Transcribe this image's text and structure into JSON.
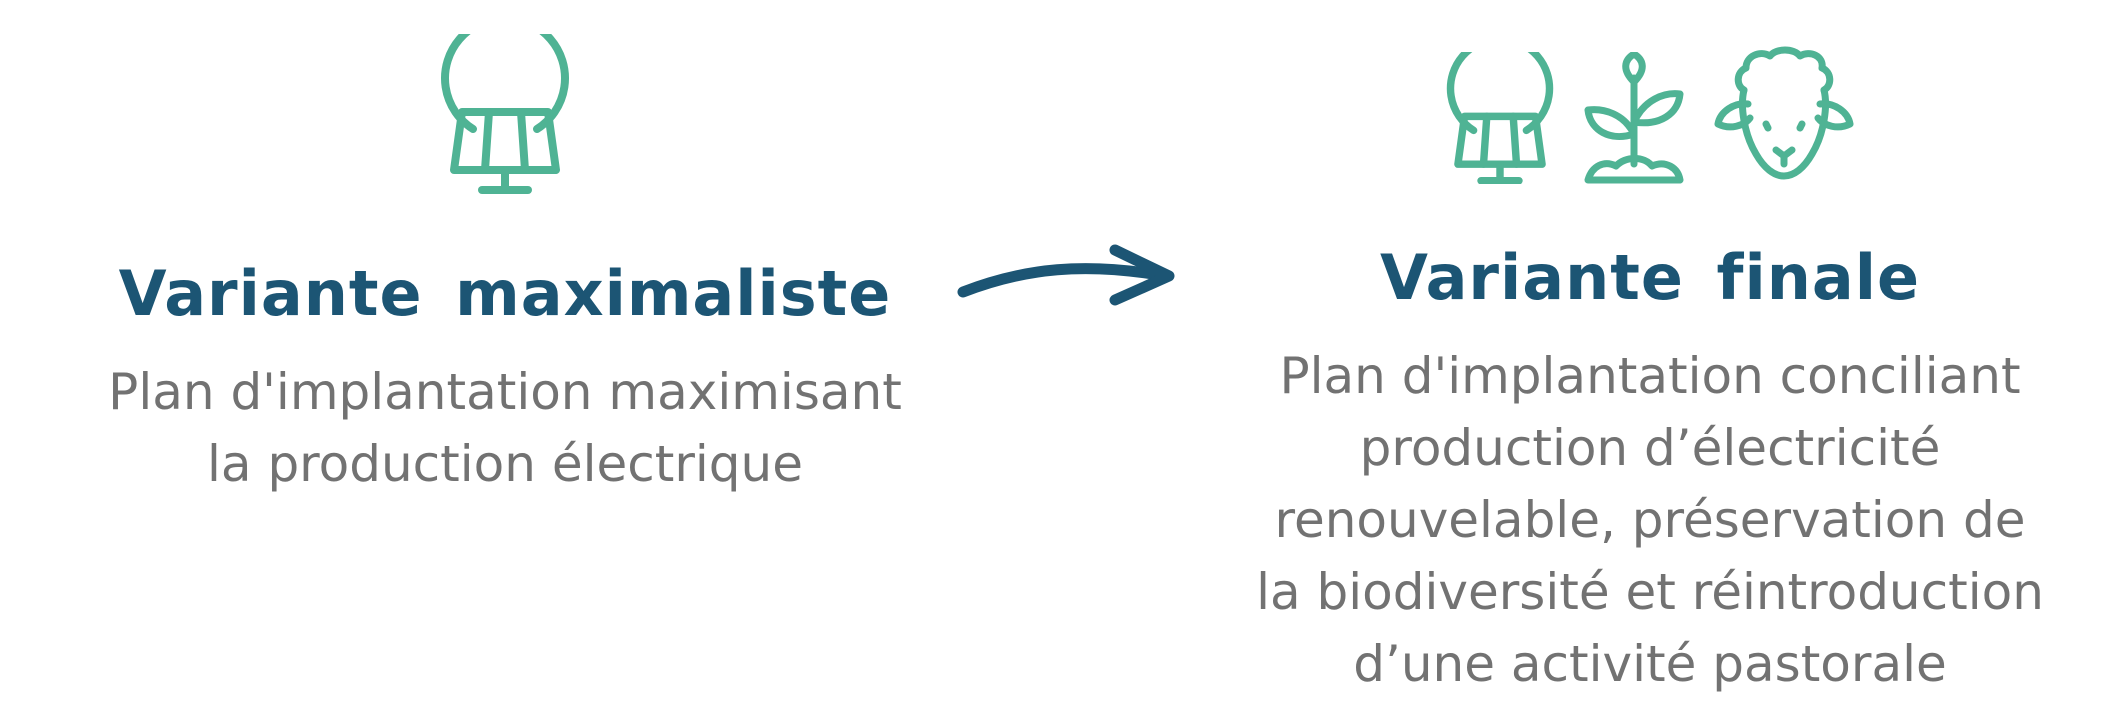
{
  "colors": {
    "accent_icon": "#4fb394",
    "title": "#1c5574",
    "text": "#727272",
    "arrow": "#1c5574"
  },
  "left": {
    "icons": [
      "solar-panel-icon"
    ],
    "title": "Variante maximaliste",
    "description_lines": [
      "Plan d'implantation maximisant",
      "la production électrique"
    ]
  },
  "arrow_icon": "arrow-right-icon",
  "right": {
    "icons": [
      "solar-panel-icon",
      "plant-icon",
      "sheep-icon"
    ],
    "title": "Variante finale",
    "description_lines": [
      "Plan d'implantation conciliant",
      "production d’électricité",
      "renouvelable, préservation de",
      "la biodiversité et réintroduction",
      "d’une activité pastorale"
    ]
  }
}
